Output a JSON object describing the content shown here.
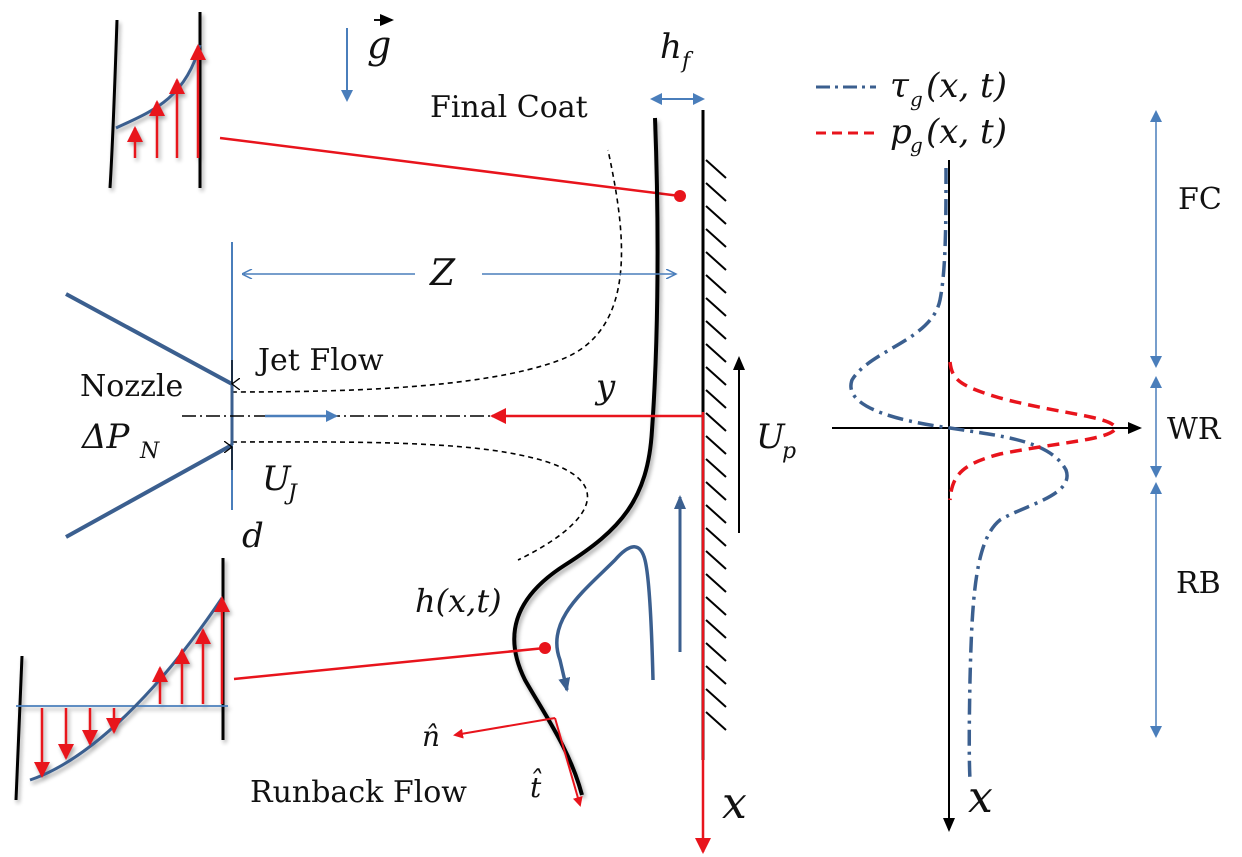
{
  "labels": {
    "gravity": "g",
    "film_thickness": "h",
    "film_thickness_sub": "f",
    "final_coat": "Final Coat",
    "distance": "Z",
    "jet_flow": "Jet Flow",
    "nozzle": "Nozzle",
    "pressure_delta": "ΔP",
    "pressure_delta_sub": "N",
    "y_axis": "y",
    "jet_velocity": "U",
    "jet_velocity_sub": "J",
    "diameter": "d",
    "strip_velocity": "U",
    "strip_velocity_sub": "p",
    "film_profile": "h(x,t)",
    "normal": "n̂",
    "tangent": "t̂",
    "runback_flow": "Runback Flow",
    "x_axis_left": "x",
    "x_axis_right": "x",
    "region_fc": "FC",
    "region_wr": "WR",
    "region_rb": "RB"
  },
  "legend": {
    "shear": {
      "symbol": "τ",
      "sub": "g",
      "args": "(x, t)",
      "color": "#3b5f8f",
      "style": "dash-dot"
    },
    "pressure": {
      "symbol": "p",
      "sub": "g",
      "args": "(x, t)",
      "color": "#e8141c",
      "style": "dashed"
    }
  },
  "colors": {
    "red": "#e8141c",
    "blue": "#3b5f8f",
    "lightblue": "#4a7ebb",
    "black": "#000000"
  }
}
